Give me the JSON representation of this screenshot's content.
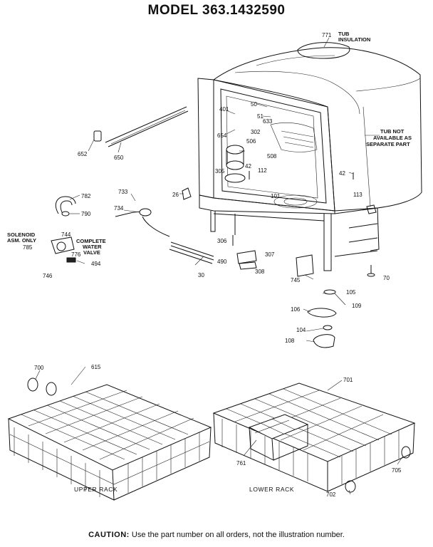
{
  "title": "MODEL 363.1432590",
  "caution": {
    "prefix": "CAUTION:",
    "text": "Use the part number on all orders, not the illustration number."
  },
  "notes": {
    "tub_insulation": [
      "TUB",
      "INSULATION"
    ],
    "tub_not_available": [
      "TUB NOT",
      "AVAILABLE AS",
      "SEPARATE PART"
    ],
    "solenoid": [
      "SOLENOID",
      "ASM. ONLY"
    ],
    "complete_valve": [
      "COMPLETE",
      "WATER",
      "VALVE"
    ]
  },
  "captions": {
    "upper_rack": "UPPER RACK",
    "lower_rack": "LOWER RACK"
  },
  "callouts": {
    "c771": "771",
    "c50": "50",
    "c401": "401",
    "c51": "51",
    "c633": "633",
    "c654": "654",
    "c302": "302",
    "c506": "506",
    "c508": "508",
    "c652": "652",
    "c650": "650",
    "c42a": "42",
    "c42b": "42",
    "c112": "112",
    "c305": "305",
    "c113": "113",
    "c26": "26",
    "c101": "101",
    "c733": "733",
    "c782": "782",
    "c790": "790",
    "c734": "734",
    "c744": "744",
    "c785": "785",
    "c776": "776",
    "c494": "494",
    "c746": "746",
    "c306": "306",
    "c307": "307",
    "c490": "490",
    "c308": "308",
    "c30": "30",
    "c745": "745",
    "c70": "70",
    "c105": "105",
    "c109": "109",
    "c106": "106",
    "c104": "104",
    "c108": "108",
    "c700": "700",
    "c615": "615",
    "c701": "701",
    "c761": "761",
    "c705": "705",
    "c702": "702"
  }
}
